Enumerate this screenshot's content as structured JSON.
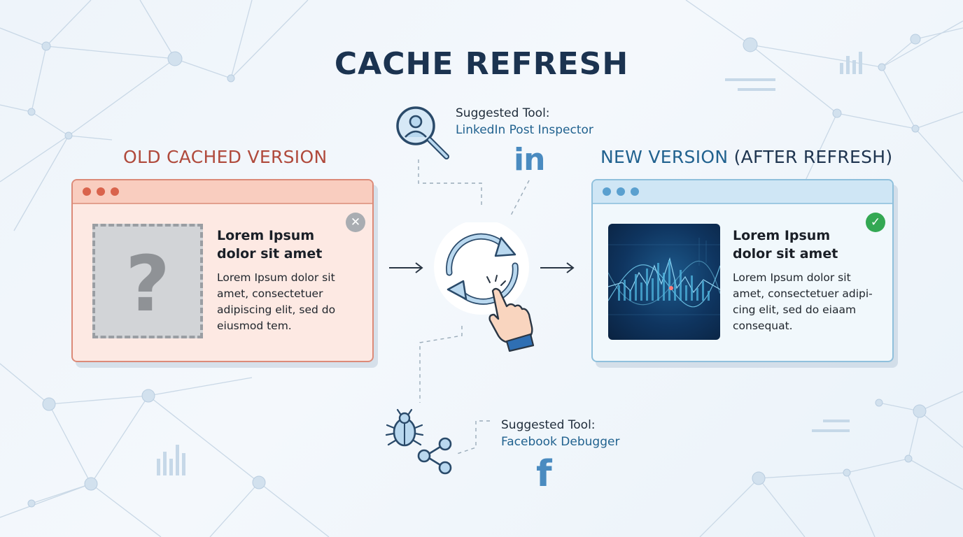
{
  "title": "CACHE REFRESH",
  "old_section": {
    "heading": "OLD CACHED VERSION",
    "card": {
      "title": "Lorem Ipsum dolor sit amet",
      "body": "Lorem Ipsum dolor sit amet, consectetuer adipiscing elit, sed do eiusmod tem.",
      "thumbnail_icon": "question-mark-icon",
      "status_icon": "close-icon"
    }
  },
  "new_section": {
    "heading_accent": "NEW VERSION",
    "heading_rest": " (AFTER REFRESH)",
    "card": {
      "title": "Lorem Ipsum dolor sit amet",
      "body": "Lorem Ipsum dolor sit amet, consectetuer adipi-cing elit, sed do eiaam consequat.",
      "thumbnail_icon": "financial-chart-image",
      "status_icon": "check-icon"
    }
  },
  "tools": [
    {
      "label": "Suggested Tool:",
      "name": "LinkedIn Post Inspector",
      "icons": [
        "magnifier-user-icon",
        "linkedin-icon"
      ]
    },
    {
      "label": "Suggested Tool:",
      "name": "Facebook Debugger",
      "icons": [
        "bug-icon",
        "share-icon",
        "facebook-icon"
      ]
    }
  ],
  "center": {
    "icons": [
      "refresh-icon",
      "pointing-hand-icon"
    ]
  },
  "colors": {
    "old_accent": "#b04a3c",
    "new_accent": "#21628f",
    "title": "#1b3350",
    "check": "#33a853"
  }
}
